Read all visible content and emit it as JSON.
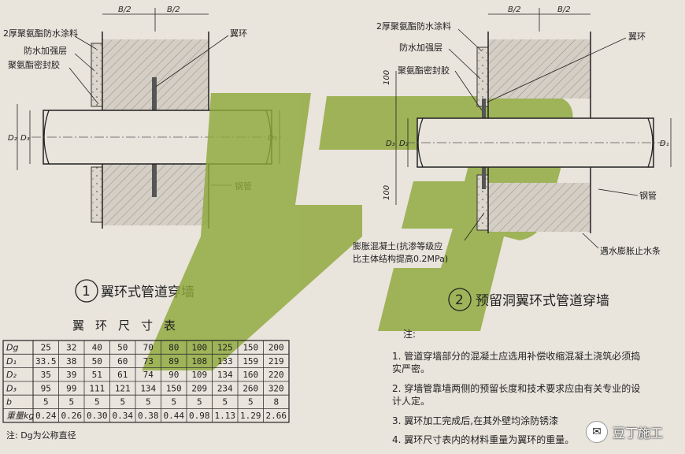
{
  "left_drawing": {
    "dim_top_left": "B/2",
    "dim_top_right": "B/2",
    "callout_coating": "2厚聚氨酯防水涂料",
    "callout_reinforce": "防水加强层",
    "callout_sealant": "聚氨酯密封胶",
    "callout_ring": "翼环",
    "callout_pipe": "钢管",
    "dim_d2": "D₂",
    "dim_d3": "D₃",
    "dim_d1": "D₁",
    "title_number": "1",
    "title": "翼环式管道穿墙"
  },
  "right_drawing": {
    "dim_top_left": "B/2",
    "dim_top_right": "B/2",
    "callout_coating": "2厚聚氨酯防水涂料",
    "callout_reinforce": "防水加强层",
    "callout_sealant": "聚氨酯密封胶",
    "callout_ring": "翼环",
    "callout_pipe": "钢管",
    "callout_waterstop": "遇水膨胀止水条",
    "callout_concrete_1": "膨胀混凝土(抗渗等级应",
    "callout_concrete_2": "比主体结构提高0.2MPa)",
    "dim_100_top": "100",
    "dim_100_bottom": "100",
    "dim_d3": "D₃",
    "dim_d2": "D₂",
    "dim_d1": "D₁",
    "title_number": "2",
    "title": "预留洞翼环式管道穿墙"
  },
  "table": {
    "title": "翼环尺寸表",
    "rows": [
      {
        "head": "Dg",
        "cells": [
          "25",
          "32",
          "40",
          "50",
          "70",
          "80",
          "100",
          "125",
          "150",
          "200"
        ]
      },
      {
        "head": "D₁",
        "cells": [
          "33.5",
          "38",
          "50",
          "60",
          "73",
          "89",
          "108",
          "133",
          "159",
          "219"
        ]
      },
      {
        "head": "D₂",
        "cells": [
          "35",
          "39",
          "51",
          "61",
          "74",
          "90",
          "109",
          "134",
          "160",
          "220"
        ]
      },
      {
        "head": "D₃",
        "cells": [
          "95",
          "99",
          "111",
          "121",
          "134",
          "150",
          "209",
          "234",
          "260",
          "320"
        ]
      },
      {
        "head": "b",
        "cells": [
          "5",
          "5",
          "5",
          "5",
          "5",
          "5",
          "5",
          "5",
          "5",
          "8"
        ]
      },
      {
        "head": "重量kg",
        "cells": [
          "0.24",
          "0.26",
          "0.30",
          "0.34",
          "0.38",
          "0.44",
          "0.98",
          "1.13",
          "1.29",
          "2.66"
        ]
      }
    ],
    "footnote": "注:  Dg为公称直径"
  },
  "notes": {
    "heading": "注:",
    "items": [
      "1. 管道穿墙部分的混凝土应选用补偿收缩混凝土浇筑必须捣",
      "    实严密。",
      "2. 穿墙管靠墙两侧的预留长度和技术要求应由有关专业的设",
      "    计人定。",
      "3. 翼环加工完成后,在其外壁均涂防锈漆",
      "4. 翼环尺寸表内的材料重量为翼环的重量。"
    ]
  },
  "watermark": {
    "text": "豆丁施工",
    "icon": "wechat-icon"
  },
  "colors": {
    "paper": "#e9e4dc",
    "logo_green": "#8fa83a",
    "concrete": "#cfc9bf",
    "line": "#222222"
  }
}
